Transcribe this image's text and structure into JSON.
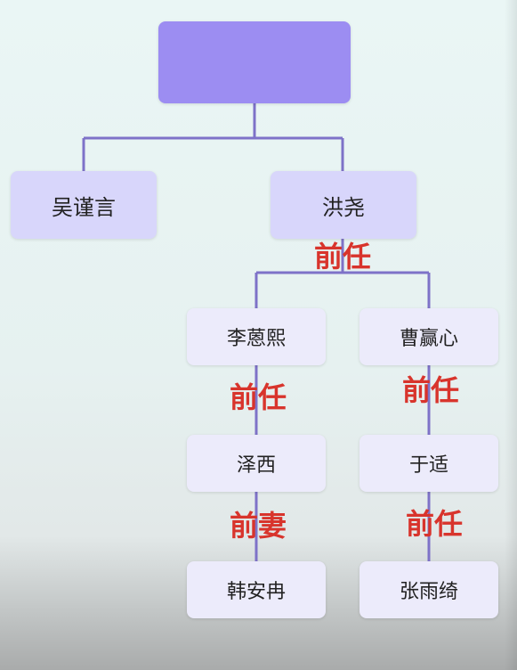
{
  "diagram": {
    "root_label": "",
    "level1": {
      "left": "吴谨言",
      "right": "洪尧"
    },
    "relation_top": "前任",
    "left_column": {
      "node1": "李蒽熙",
      "rel1": "前任",
      "node2": "泽西",
      "rel2": "前妻",
      "node3": "韩安冉"
    },
    "right_column": {
      "node1": "曹赢心",
      "rel1": "前任",
      "node2": "于适",
      "rel2": "前任",
      "node3": "张雨绮"
    },
    "colors": {
      "root_fill": "#9c8df2",
      "level1_fill": "#d8d6fb",
      "level2_fill": "#ecebfb",
      "connector": "#7e72c8",
      "relation_text": "#d8342c"
    }
  }
}
